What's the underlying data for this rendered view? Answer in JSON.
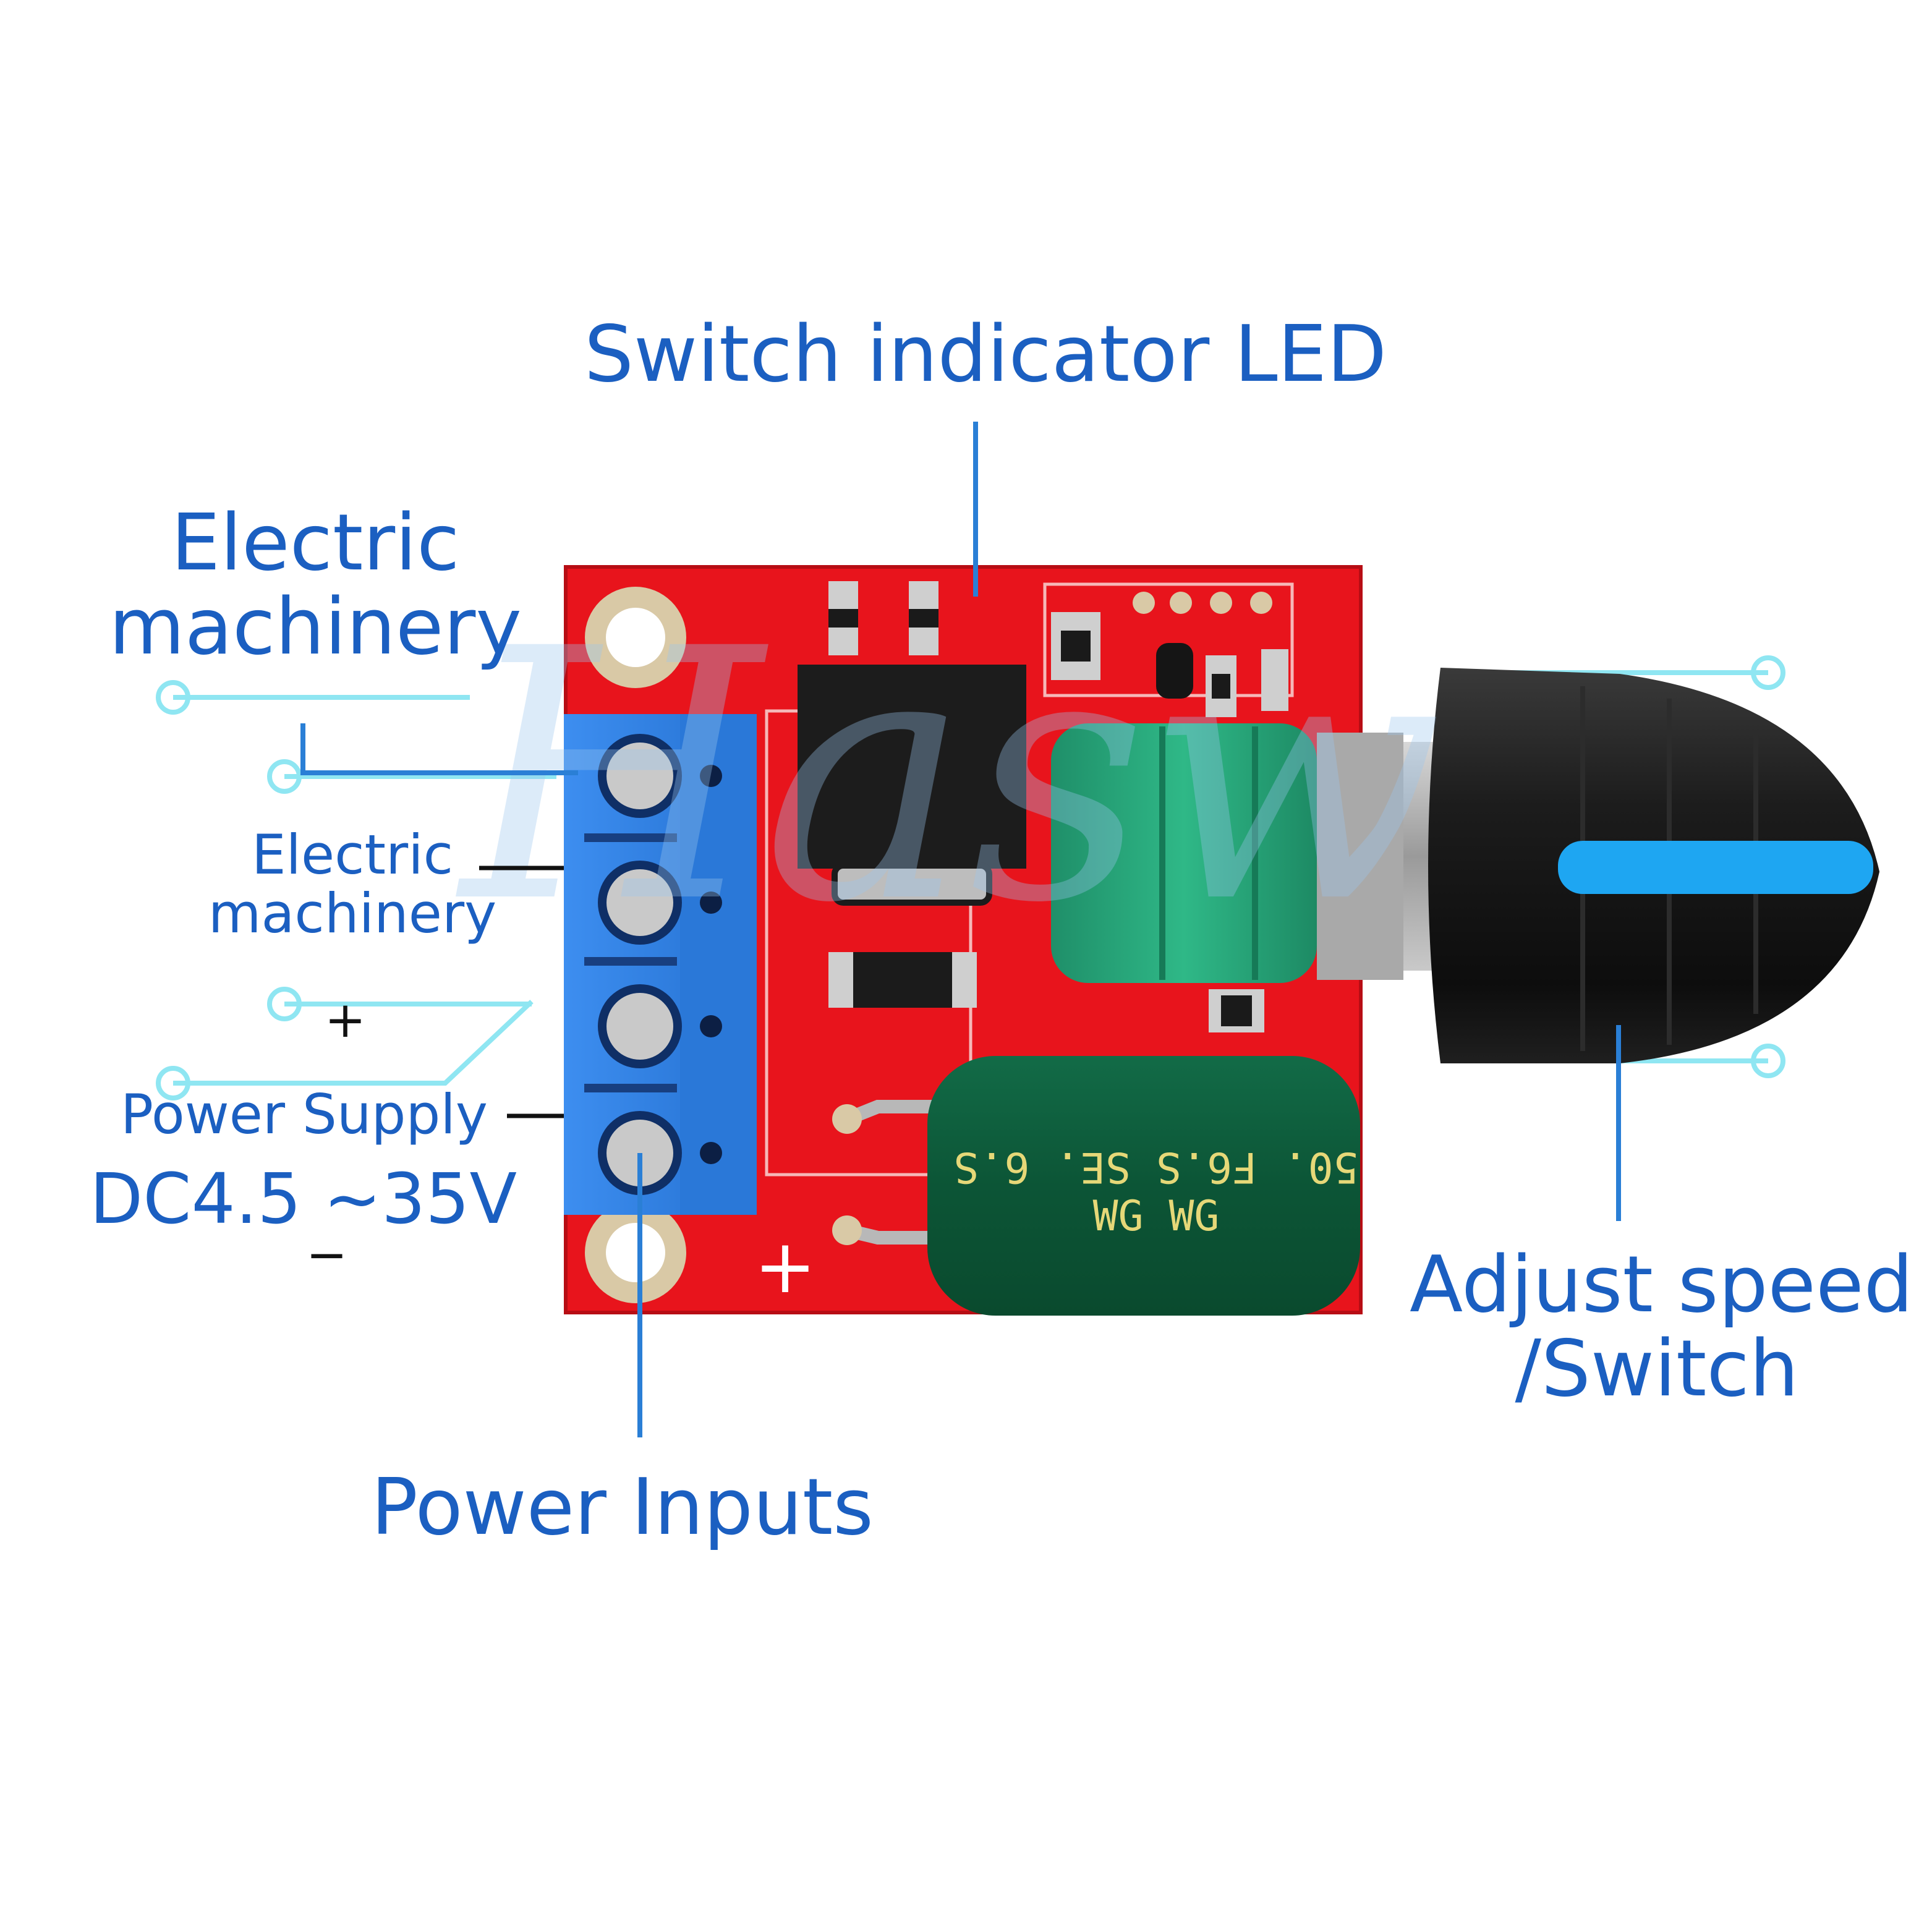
{
  "labels": {
    "switch_led": "Switch indicator LED",
    "motor_top_line1": "Electric",
    "motor_top_line2": "machinery",
    "motor_inner_line1": "Electric",
    "motor_inner_line2": "machinery",
    "plus": "+",
    "power_supply": "Power Supply",
    "voltage_range": "DC4.5 ~35V",
    "minus": "−",
    "power_inputs": "Power Inputs",
    "adjust_line1": "Adjust speed",
    "adjust_line2": "/Switch"
  },
  "board": {
    "plus_silkscreen": "+",
    "capacitor_line1": "50. F6.S  SE. 6.S",
    "capacitor_line2": "WG        WG",
    "watermark": "Hasw"
  },
  "colors": {
    "label_blue": "#1b5fc1",
    "pcb_red": "#e8141c",
    "terminal_blue": "#2f7fe0",
    "pot_green": "#27a37a",
    "capacitor_green": "#0e5a3c",
    "knob_black": "#161616",
    "knob_stripe": "#1ea6f2",
    "leader_line": "#2a7fd6",
    "circuit_cyan": "#6fe0f0"
  }
}
